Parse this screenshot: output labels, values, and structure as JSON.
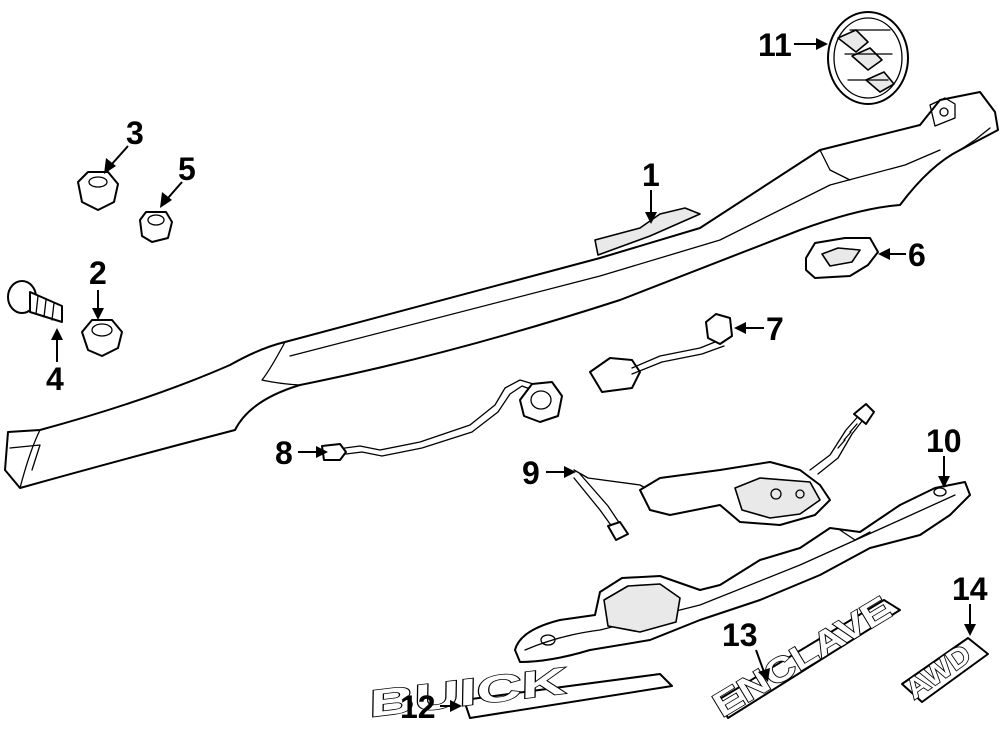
{
  "callouts": {
    "c1": "1",
    "c2": "2",
    "c3": "3",
    "c4": "4",
    "c5": "5",
    "c6": "6",
    "c7": "7",
    "c8": "8",
    "c9": "9",
    "c10": "10",
    "c11": "11",
    "c12": "12",
    "c13": "13",
    "c14": "14"
  },
  "emblems": {
    "buick": "BUICK",
    "enclave": "ENCLAVE",
    "awd": "AWD"
  }
}
